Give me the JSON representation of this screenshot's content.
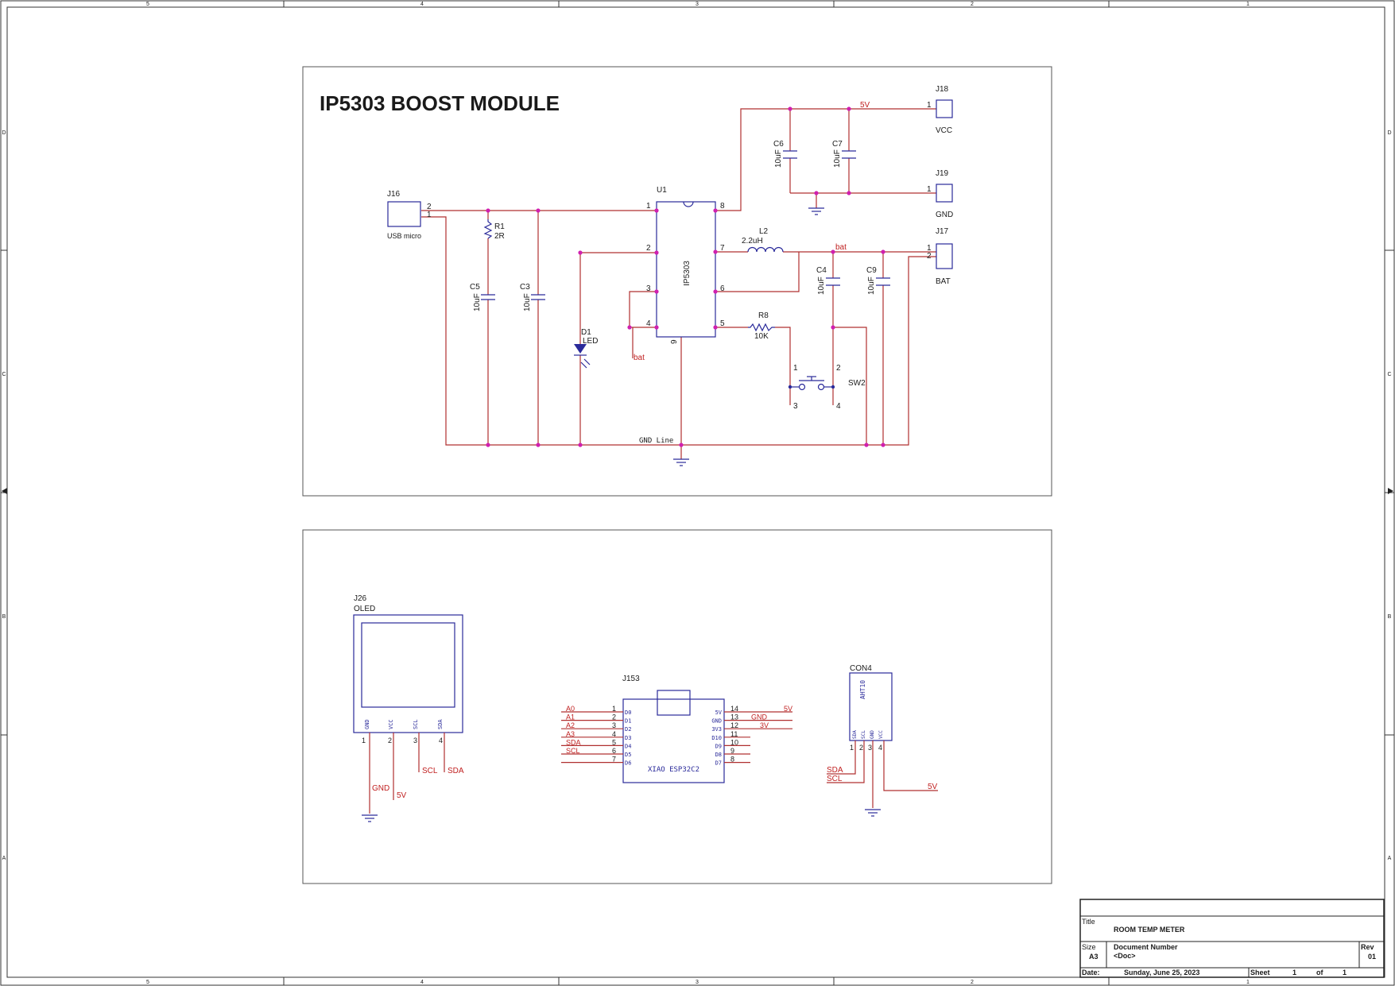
{
  "frame": {
    "col_labels": [
      "5",
      "4",
      "3",
      "2",
      "1"
    ],
    "row_labels": [
      "D",
      "C",
      "B",
      "A"
    ]
  },
  "boost": {
    "title": "IP5303 BOOST MODULE",
    "u1": {
      "ref": "U1",
      "part": "IP5303",
      "pins": [
        "1",
        "2",
        "3",
        "4",
        "5",
        "6",
        "7",
        "8",
        "9"
      ]
    },
    "j16": {
      "ref": "J16",
      "name": "USB micro",
      "pins": [
        "2",
        "1"
      ]
    },
    "r1": {
      "ref": "R1",
      "value": "2R"
    },
    "c5": {
      "ref": "C5",
      "value": "10uF"
    },
    "c3": {
      "ref": "C3",
      "value": "10uF"
    },
    "d1": {
      "ref": "D1",
      "value": "LED"
    },
    "bat_net_left": "bat",
    "l2": {
      "ref": "L2",
      "value": "2.2uH"
    },
    "bat_net_right": "bat",
    "r8": {
      "ref": "R8",
      "value": "10K"
    },
    "c4": {
      "ref": "C4",
      "value": "10uF"
    },
    "c9": {
      "ref": "C9",
      "value": "10uF"
    },
    "c6": {
      "ref": "C6",
      "value": "10uF"
    },
    "c7": {
      "ref": "C7",
      "value": "10uF"
    },
    "net_5v": "5V",
    "j18": {
      "ref": "J18",
      "name": "VCC",
      "pin": "1"
    },
    "j19": {
      "ref": "J19",
      "name": "GND",
      "pin": "1"
    },
    "j17": {
      "ref": "J17",
      "name": "BAT",
      "pins": [
        "1",
        "2"
      ]
    },
    "sw2": {
      "ref": "SW2",
      "pins": [
        "1",
        "2",
        "3",
        "4"
      ]
    },
    "gnd_line": "GND Line"
  },
  "lower": {
    "j26": {
      "ref": "J26",
      "name": "OLED",
      "pin_names": [
        "GND",
        "VCC",
        "SCL",
        "SDA"
      ],
      "pin_nums": [
        "1",
        "2",
        "3",
        "4"
      ],
      "nets": [
        "GND",
        "5V",
        "SCL",
        "SDA"
      ]
    },
    "j153": {
      "ref": "J153",
      "part": "XIAO ESP32C2",
      "left_nets": [
        "A0",
        "A1",
        "A2",
        "A3",
        "SDA",
        "SCL",
        ""
      ],
      "left_nums": [
        "1",
        "2",
        "3",
        "4",
        "5",
        "6",
        "7"
      ],
      "left_names": [
        "D0",
        "D1",
        "D2",
        "D3",
        "D4",
        "D5",
        "D6"
      ],
      "right_nums": [
        "14",
        "13",
        "12",
        "11",
        "10",
        "9",
        "8"
      ],
      "right_names": [
        "5V",
        "GND",
        "3V3",
        "D10",
        "D9",
        "D8",
        "D7"
      ],
      "right_nets": [
        "5V",
        "GND",
        "3V",
        "",
        "",
        "",
        ""
      ]
    },
    "con4": {
      "ref": "CON4",
      "part": "AHT10",
      "pin_names": [
        "SDA",
        "SCL",
        "GND",
        "VCC"
      ],
      "pin_nums": [
        "1",
        "2",
        "3",
        "4"
      ],
      "nets": [
        "SDA",
        "SCL",
        "5V"
      ]
    }
  },
  "title_block": {
    "title_label": "Title",
    "title": "ROOM TEMP METER",
    "size_label": "Size",
    "size": "A3",
    "doc_label": "Document Number",
    "doc": "<Doc>",
    "rev_label": "Rev",
    "rev": "01",
    "date_label": "Date:",
    "date": "Sunday, June 25, 2023",
    "sheet_label": "Sheet",
    "sheet": "1",
    "of_label": "of",
    "of": "1"
  }
}
